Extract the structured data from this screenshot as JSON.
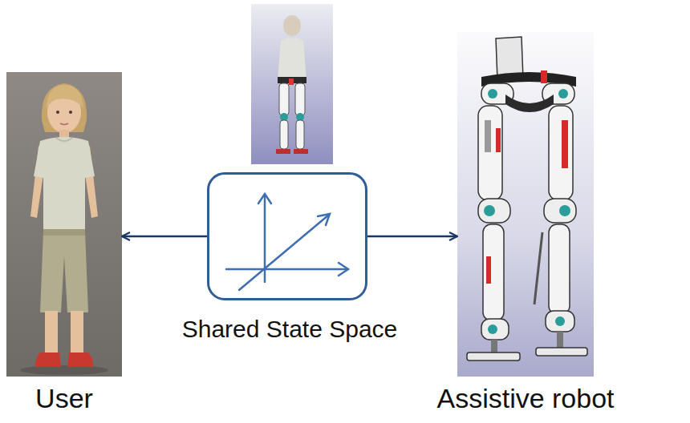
{
  "diagram": {
    "nodes": [
      {
        "text": [
          "User"
        ]
      },
      {
        "text": [
          "Shared State Space"
        ]
      },
      {
        "text": [
          "Assistive robot"
        ]
      }
    ],
    "edges": [
      {
        "from": 1,
        "to": 0,
        "arrow": "to"
      },
      {
        "from": 1,
        "to": 2,
        "arrow": "to"
      }
    ]
  }
}
